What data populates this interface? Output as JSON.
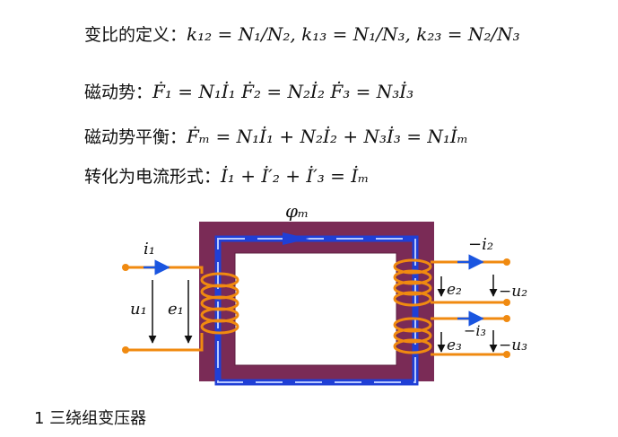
{
  "formulas": {
    "line1": {
      "label": "变比的定义：",
      "expr": "k₁₂ = N₁/N₂,  k₁₃ = N₁/N₃,  k₂₃ = N₂/N₃"
    },
    "line2": {
      "label": "磁动势：",
      "expr": "Ḟ₁ = N₁İ₁    Ḟ₂ = N₂İ₂    Ḟ₃ = N₃İ₃"
    },
    "line3": {
      "label": "磁动势平衡：",
      "expr": "Ḟₘ = N₁İ₁ + N₂İ₂ + N₃İ₃ = N₁İₘ"
    },
    "line4": {
      "label": "转化为电流形式：",
      "expr": "İ₁ + İ′₂ + İ′₃ = İₘ"
    }
  },
  "diagram": {
    "flux": "φₘ",
    "i1": "i₁",
    "u1": "u₁",
    "e1": "e₁",
    "i2": "−i₂",
    "e2": "e₂",
    "u2": "−u₂",
    "i3": "−i₃",
    "e3": "e₃",
    "u3": "−u₃",
    "colors": {
      "core": "#7a2b56",
      "flux": "#1f3fd6",
      "winding": "#f08a10",
      "arrow": "#1a55e0"
    }
  },
  "caption": "1 三绕组变压器"
}
